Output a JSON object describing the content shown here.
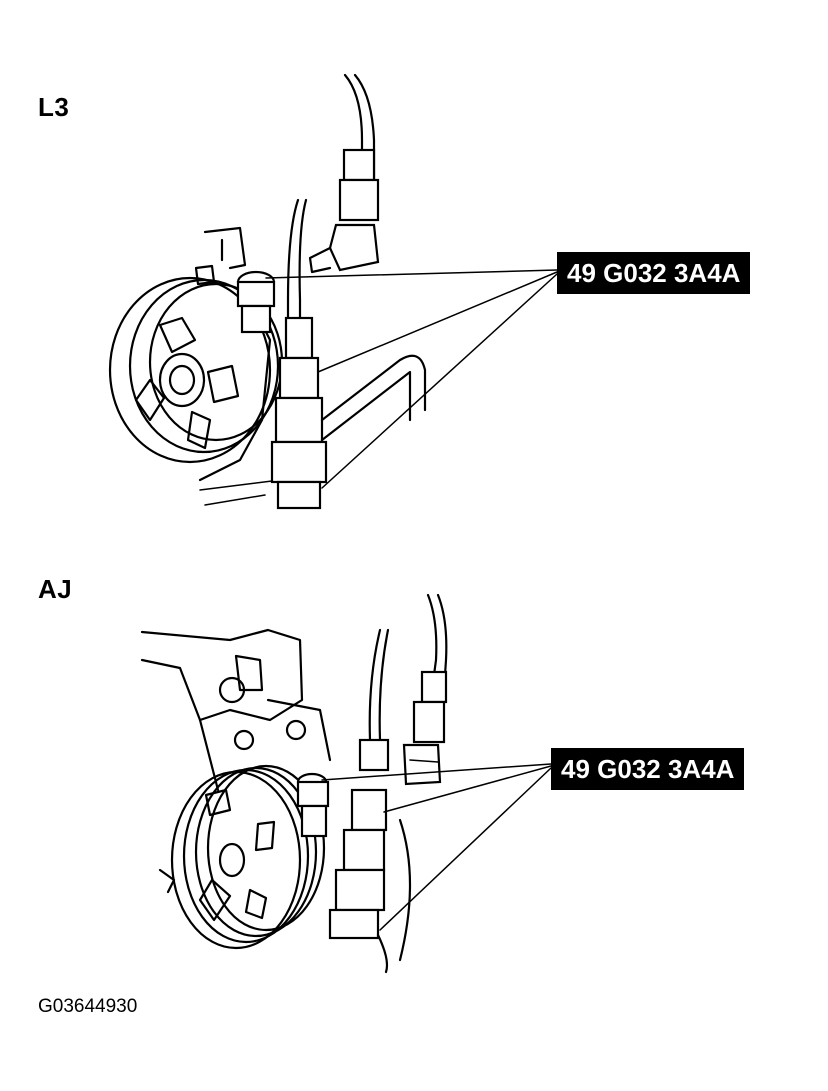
{
  "diagram": {
    "sections": [
      {
        "label": "L3",
        "callout": "49 G032 3A4A"
      },
      {
        "label": "AJ",
        "callout": "49 G032 3A4A"
      }
    ],
    "figure_id": "G03644930"
  }
}
